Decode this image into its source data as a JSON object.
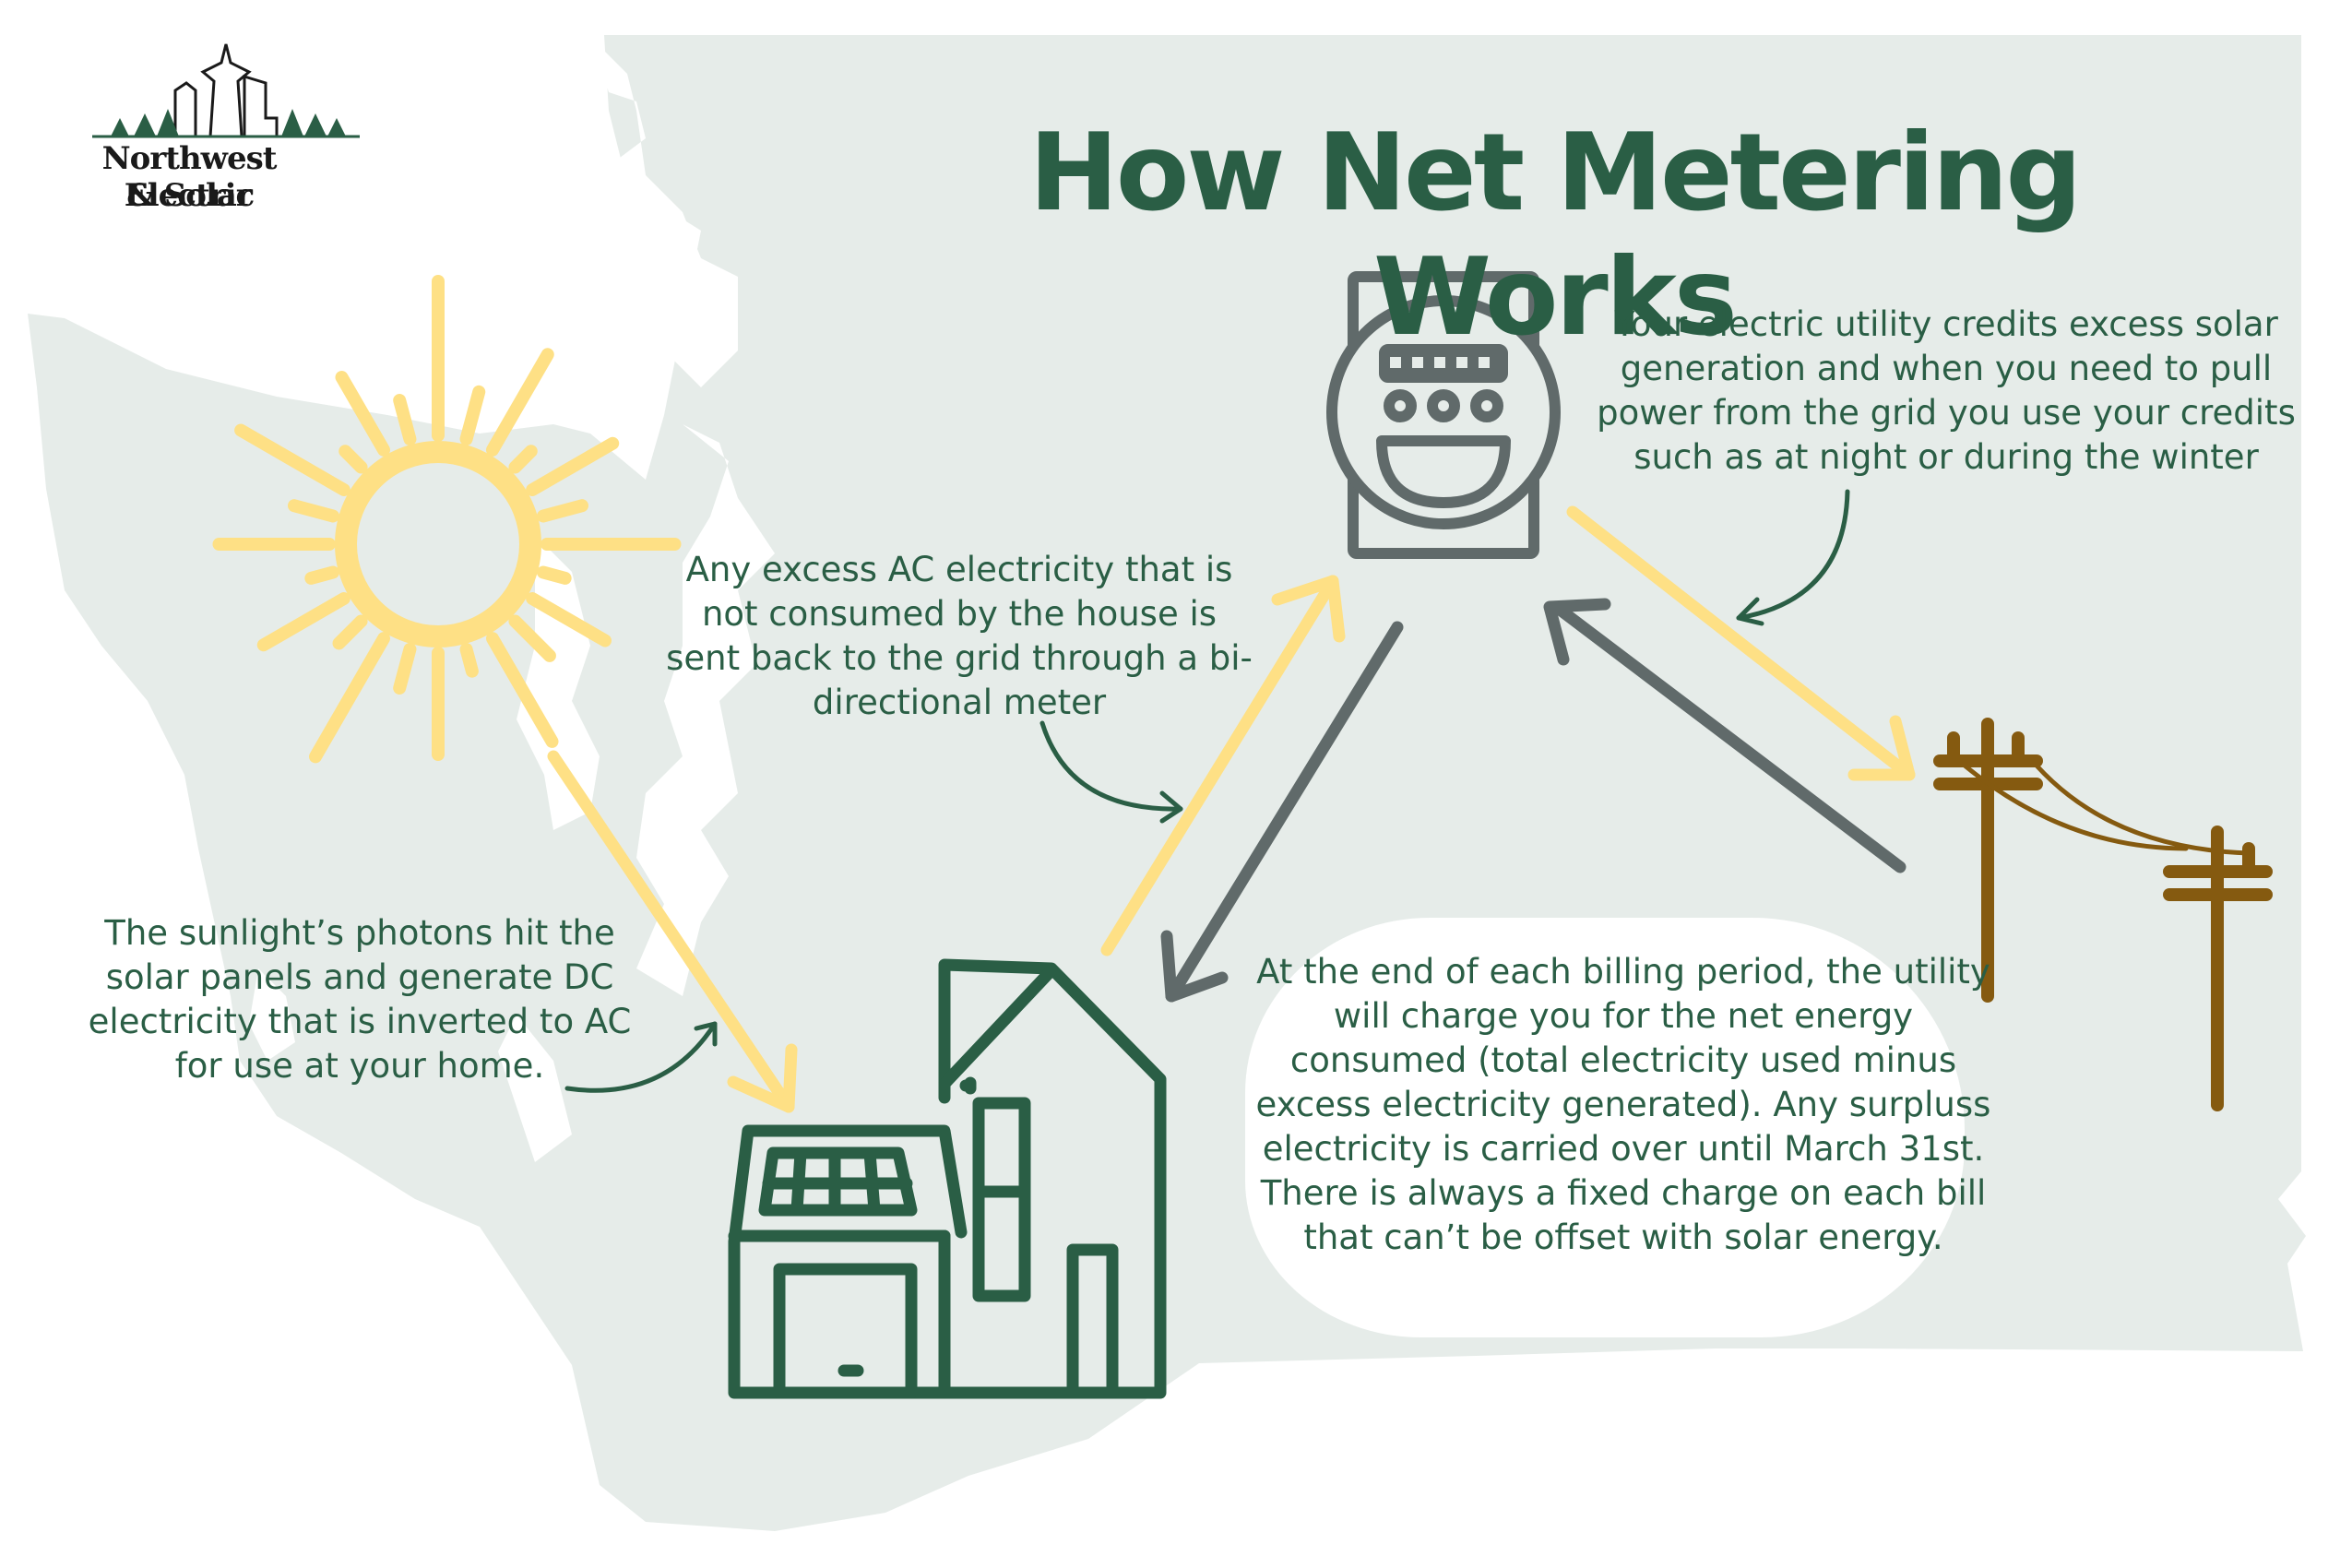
{
  "brand": {
    "name_line1": "Northwest Electric",
    "name_line2": "& Solar"
  },
  "title": "How Net Metering Works",
  "colors": {
    "primary_green": "#2a5e45",
    "map_fill": "#e6ece9",
    "sun_yellow": "#fee085",
    "grid_gray": "#606a6a",
    "pole_brown": "#855a10",
    "background": "#ffffff"
  },
  "icons": {
    "sun": "sun-icon",
    "meter": "electric-meter-icon",
    "house": "house-with-solar-panels-icon",
    "poles": "utility-poles-icon"
  },
  "captions": {
    "meter": "Your electric utility credits excess solar generation and when you need to pull power from the grid you use your credits such as at night or during the winter",
    "export": "Any excess AC electricity that is not consumed by the house is sent back to the grid through a bi-directional meter",
    "sun": "The sunlight’s photons hit the solar panels and generate DC electricity that is inverted to AC for use at your home.",
    "billing": "At the end of each billing period, the utility will charge you for the net energy consumed (total electricity used minus excess electricity generated). Any surpluss electricity is carried over until March 31st. There is always a fixed charge on each bill that can’t be offset with solar energy."
  },
  "flows": [
    {
      "from": "sun",
      "to": "house",
      "color": "sun_yellow"
    },
    {
      "from": "house",
      "to": "meter",
      "color": "sun_yellow"
    },
    {
      "from": "meter",
      "to": "house",
      "color": "grid_gray"
    },
    {
      "from": "meter",
      "to": "poles",
      "color": "sun_yellow"
    },
    {
      "from": "poles",
      "to": "meter",
      "color": "grid_gray"
    }
  ]
}
